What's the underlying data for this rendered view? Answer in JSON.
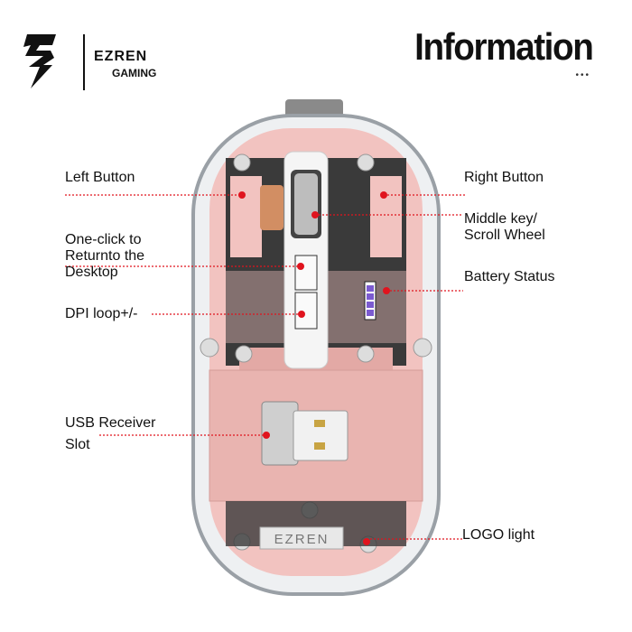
{
  "brand": {
    "name": "EZREN",
    "subtitle": "GAMING",
    "logo_icon": "lightning-bolt-icon"
  },
  "header": {
    "title": "Information",
    "ellipsis": "•••"
  },
  "labels": {
    "left_button": "Left Button",
    "right_button": "Right Button",
    "middle_key": [
      "Middle key/",
      "Scroll Wheel"
    ],
    "return_desktop": [
      "One-click to",
      "Returnto the",
      "Desktop"
    ],
    "battery": "Battery Status",
    "dpi": "DPI loop+/-",
    "usb": [
      "USB Receiver",
      "Slot"
    ],
    "logo_light": "LOGO light"
  },
  "product": {
    "logo_plate_text": "EZREN"
  },
  "colors": {
    "pink": "#f2c3c0",
    "pink_dark": "#e3a9a5",
    "pcb": "#3a3a3a",
    "marker": "#e0141e"
  }
}
